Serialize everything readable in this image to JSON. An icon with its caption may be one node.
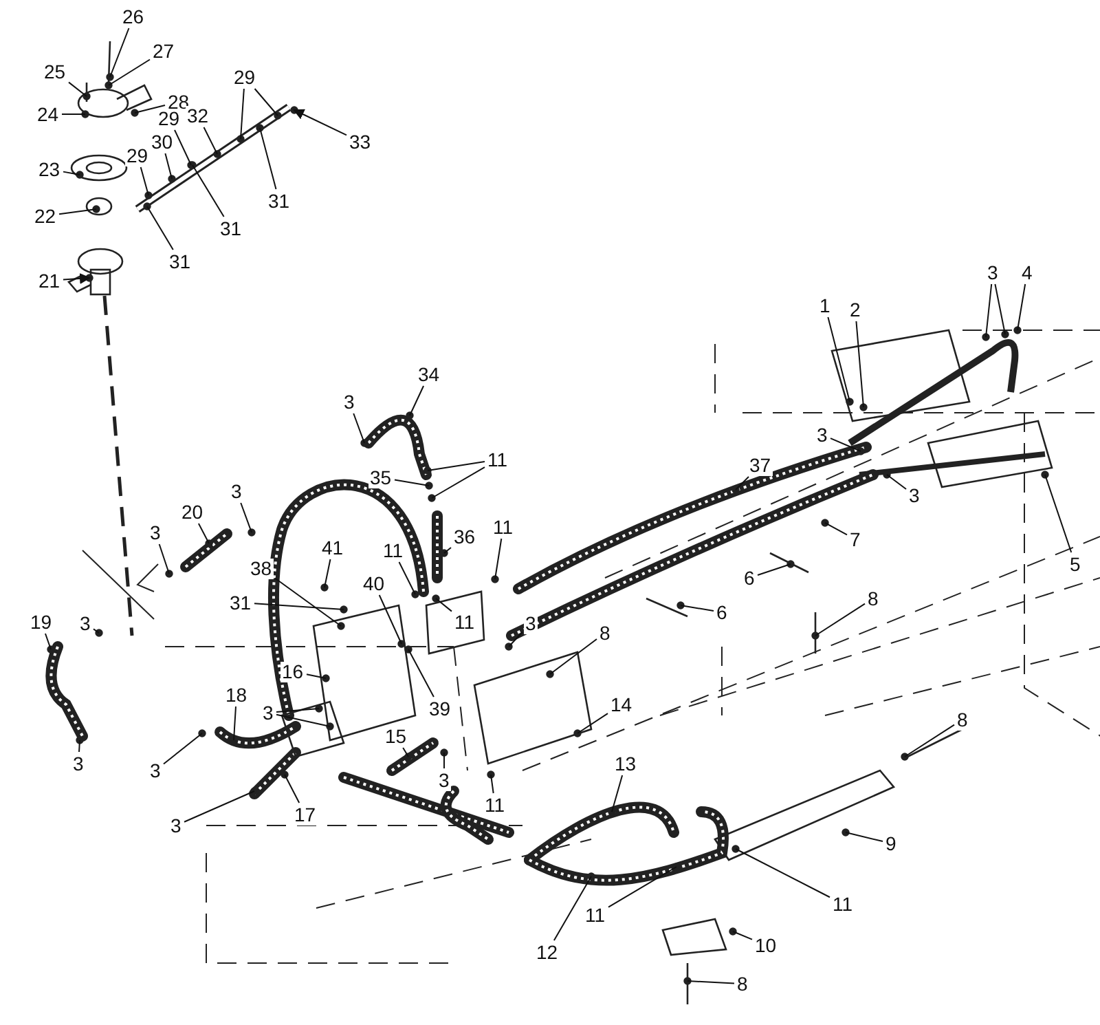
{
  "diagram": {
    "nodes": [
      {
        "text": [
          "26"
        ]
      },
      {
        "text": [
          "27"
        ]
      },
      {
        "text": [
          "25"
        ]
      },
      {
        "text": [
          "29"
        ]
      },
      {
        "text": [
          "28"
        ]
      },
      {
        "text": [
          "24"
        ]
      },
      {
        "text": [
          "29"
        ]
      },
      {
        "text": [
          "32"
        ]
      },
      {
        "text": [
          "30"
        ]
      },
      {
        "text": [
          "29"
        ]
      },
      {
        "text": [
          "33"
        ]
      },
      {
        "text": [
          "23"
        ]
      },
      {
        "text": [
          "31"
        ]
      },
      {
        "text": [
          "22"
        ]
      },
      {
        "text": [
          "31"
        ]
      },
      {
        "text": [
          "31"
        ]
      },
      {
        "text": [
          "3"
        ]
      },
      {
        "text": [
          "4"
        ]
      },
      {
        "text": [
          "21"
        ]
      },
      {
        "text": [
          "1"
        ]
      },
      {
        "text": [
          "2"
        ]
      },
      {
        "text": [
          "34"
        ]
      },
      {
        "text": [
          "3"
        ]
      },
      {
        "text": [
          "3"
        ]
      },
      {
        "text": [
          "11"
        ]
      },
      {
        "text": [
          "37"
        ]
      },
      {
        "text": [
          "35"
        ]
      },
      {
        "text": [
          "3"
        ]
      },
      {
        "text": [
          "3"
        ]
      },
      {
        "text": [
          "20"
        ]
      },
      {
        "text": [
          "36"
        ]
      },
      {
        "text": [
          "11"
        ]
      },
      {
        "text": [
          "3"
        ]
      },
      {
        "text": [
          "7"
        ]
      },
      {
        "text": [
          "41"
        ]
      },
      {
        "text": [
          "5"
        ]
      },
      {
        "text": [
          "38"
        ]
      },
      {
        "text": [
          "6"
        ]
      },
      {
        "text": [
          "11"
        ]
      },
      {
        "text": [
          "40"
        ]
      },
      {
        "text": [
          "31"
        ]
      },
      {
        "text": [
          "11"
        ]
      },
      {
        "text": [
          "3"
        ]
      },
      {
        "text": [
          "6"
        ]
      },
      {
        "text": [
          "8"
        ]
      },
      {
        "text": [
          "8"
        ]
      },
      {
        "text": [
          "19"
        ]
      },
      {
        "text": [
          "3"
        ]
      },
      {
        "text": [
          "16"
        ]
      },
      {
        "text": [
          "18"
        ]
      },
      {
        "text": [
          "14"
        ]
      },
      {
        "text": [
          "3"
        ]
      },
      {
        "text": [
          "39"
        ]
      },
      {
        "text": [
          "8"
        ]
      },
      {
        "text": [
          "15"
        ]
      },
      {
        "text": [
          "3"
        ]
      },
      {
        "text": [
          "3"
        ]
      },
      {
        "text": [
          "3"
        ]
      },
      {
        "text": [
          "13"
        ]
      },
      {
        "text": [
          "3"
        ]
      },
      {
        "text": [
          "11"
        ]
      },
      {
        "text": [
          "17"
        ]
      },
      {
        "text": [
          "9"
        ]
      },
      {
        "text": [
          "11"
        ]
      },
      {
        "text": [
          "11"
        ]
      },
      {
        "text": [
          "12"
        ]
      },
      {
        "text": [
          "10"
        ]
      },
      {
        "text": [
          "8"
        ]
      }
    ],
    "edges": [
      {
        "from": 0,
        "to": null,
        "arrow": "none"
      },
      {
        "from": 1,
        "to": null,
        "arrow": "none"
      },
      {
        "from": 2,
        "to": null,
        "arrow": "none"
      },
      {
        "from": 3,
        "to": null,
        "arrow": "none"
      },
      {
        "from": 3,
        "to": null,
        "arrow": "none"
      },
      {
        "from": 4,
        "to": null,
        "arrow": "none"
      },
      {
        "from": 5,
        "to": null,
        "arrow": "none"
      },
      {
        "from": 6,
        "to": null,
        "arrow": "none"
      },
      {
        "from": 7,
        "to": null,
        "arrow": "none"
      },
      {
        "from": 8,
        "to": null,
        "arrow": "none"
      },
      {
        "from": 9,
        "to": null,
        "arrow": "none"
      },
      {
        "from": 10,
        "to": null,
        "arrow": "to"
      },
      {
        "from": 11,
        "to": null,
        "arrow": "none"
      },
      {
        "from": 12,
        "to": null,
        "arrow": "none"
      },
      {
        "from": 13,
        "to": null,
        "arrow": "none"
      },
      {
        "from": 14,
        "to": null,
        "arrow": "none"
      },
      {
        "from": 15,
        "to": null,
        "arrow": "none"
      },
      {
        "from": 16,
        "to": null,
        "arrow": "none"
      },
      {
        "from": 16,
        "to": null,
        "arrow": "none"
      },
      {
        "from": 17,
        "to": null,
        "arrow": "none"
      },
      {
        "from": 18,
        "to": null,
        "arrow": "to"
      },
      {
        "from": 19,
        "to": null,
        "arrow": "none"
      },
      {
        "from": 20,
        "to": null,
        "arrow": "none"
      },
      {
        "from": 21,
        "to": null,
        "arrow": "none"
      },
      {
        "from": 22,
        "to": null,
        "arrow": "none"
      },
      {
        "from": 23,
        "to": null,
        "arrow": "none"
      },
      {
        "from": 24,
        "to": null,
        "arrow": "none"
      },
      {
        "from": 24,
        "to": null,
        "arrow": "none"
      },
      {
        "from": 25,
        "to": null,
        "arrow": "none"
      },
      {
        "from": 26,
        "to": null,
        "arrow": "none"
      },
      {
        "from": 27,
        "to": null,
        "arrow": "none"
      },
      {
        "from": 28,
        "to": null,
        "arrow": "none"
      },
      {
        "from": 29,
        "to": null,
        "arrow": "none"
      },
      {
        "from": 30,
        "to": null,
        "arrow": "none"
      },
      {
        "from": 31,
        "to": null,
        "arrow": "none"
      },
      {
        "from": 32,
        "to": null,
        "arrow": "none"
      },
      {
        "from": 33,
        "to": null,
        "arrow": "none"
      },
      {
        "from": 34,
        "to": null,
        "arrow": "none"
      },
      {
        "from": 35,
        "to": null,
        "arrow": "none"
      },
      {
        "from": 36,
        "to": null,
        "arrow": "none"
      },
      {
        "from": 37,
        "to": null,
        "arrow": "none"
      },
      {
        "from": 38,
        "to": null,
        "arrow": "none"
      },
      {
        "from": 39,
        "to": null,
        "arrow": "none"
      },
      {
        "from": 40,
        "to": null,
        "arrow": "none"
      },
      {
        "from": 41,
        "to": null,
        "arrow": "none"
      },
      {
        "from": 42,
        "to": null,
        "arrow": "none"
      },
      {
        "from": 43,
        "to": null,
        "arrow": "none"
      },
      {
        "from": 44,
        "to": null,
        "arrow": "none"
      },
      {
        "from": 45,
        "to": null,
        "arrow": "none"
      },
      {
        "from": 46,
        "to": null,
        "arrow": "none"
      },
      {
        "from": 47,
        "to": null,
        "arrow": "none"
      },
      {
        "from": 48,
        "to": null,
        "arrow": "none"
      },
      {
        "from": 49,
        "to": null,
        "arrow": "none"
      },
      {
        "from": 50,
        "to": null,
        "arrow": "none"
      },
      {
        "from": 51,
        "to": null,
        "arrow": "none"
      },
      {
        "from": 51,
        "to": null,
        "arrow": "none"
      },
      {
        "from": 52,
        "to": null,
        "arrow": "none"
      },
      {
        "from": 53,
        "to": null,
        "arrow": "none"
      },
      {
        "from": 54,
        "to": null,
        "arrow": "none"
      },
      {
        "from": 55,
        "to": null,
        "arrow": "none"
      },
      {
        "from": 56,
        "to": null,
        "arrow": "none"
      },
      {
        "from": 57,
        "to": null,
        "arrow": "none"
      },
      {
        "from": 58,
        "to": null,
        "arrow": "none"
      },
      {
        "from": 59,
        "to": null,
        "arrow": "none"
      },
      {
        "from": 60,
        "to": null,
        "arrow": "none"
      },
      {
        "from": 61,
        "to": null,
        "arrow": "none"
      },
      {
        "from": 62,
        "to": null,
        "arrow": "none"
      },
      {
        "from": 63,
        "to": null,
        "arrow": "none"
      },
      {
        "from": 64,
        "to": null,
        "arrow": "none"
      },
      {
        "from": 65,
        "to": null,
        "arrow": "none"
      },
      {
        "from": 66,
        "to": null,
        "arrow": "none"
      },
      {
        "from": 67,
        "to": null,
        "arrow": "none"
      }
    ]
  }
}
